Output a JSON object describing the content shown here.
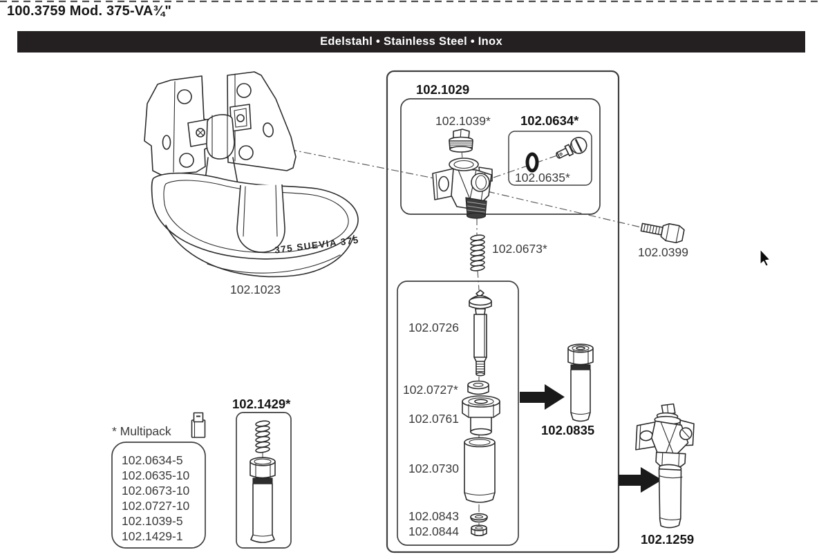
{
  "page": {
    "title": "100.3759 Mod. 375-VA¾\"",
    "banner": "Edelstahl • Stainless Steel • Inox"
  },
  "diagram": {
    "bowl": {
      "label": "102.1023",
      "engraving": "375 SUEVIA 375"
    },
    "valve_kit": {
      "label": "102.1029"
    },
    "plug": {
      "label": "102.1039*"
    },
    "screw_set": {
      "label": "102.0634*"
    },
    "o_ring": {
      "label": "102.0635*"
    },
    "spring": {
      "label": "102.0673*"
    },
    "valve_stem": {
      "label": "102.0726"
    },
    "seal": {
      "label": "102.0727*"
    },
    "guide": {
      "label": "102.0761"
    },
    "tube": {
      "label": "102.0730"
    },
    "washer": {
      "label": "102.0843"
    },
    "nut": {
      "label": "102.0844"
    },
    "cartridge": {
      "label": "102.0835"
    },
    "bolt": {
      "label": "102.0399"
    },
    "spring_cartridge_set": {
      "label": "102.1429*"
    },
    "valve_assembly": {
      "label": "102.1259"
    },
    "multipack": {
      "heading": "* Multipack",
      "items": [
        "102.0634-5",
        "102.0635-10",
        "102.0673-10",
        "102.0727-10",
        "102.1039-5",
        "102.1429-1"
      ]
    }
  }
}
